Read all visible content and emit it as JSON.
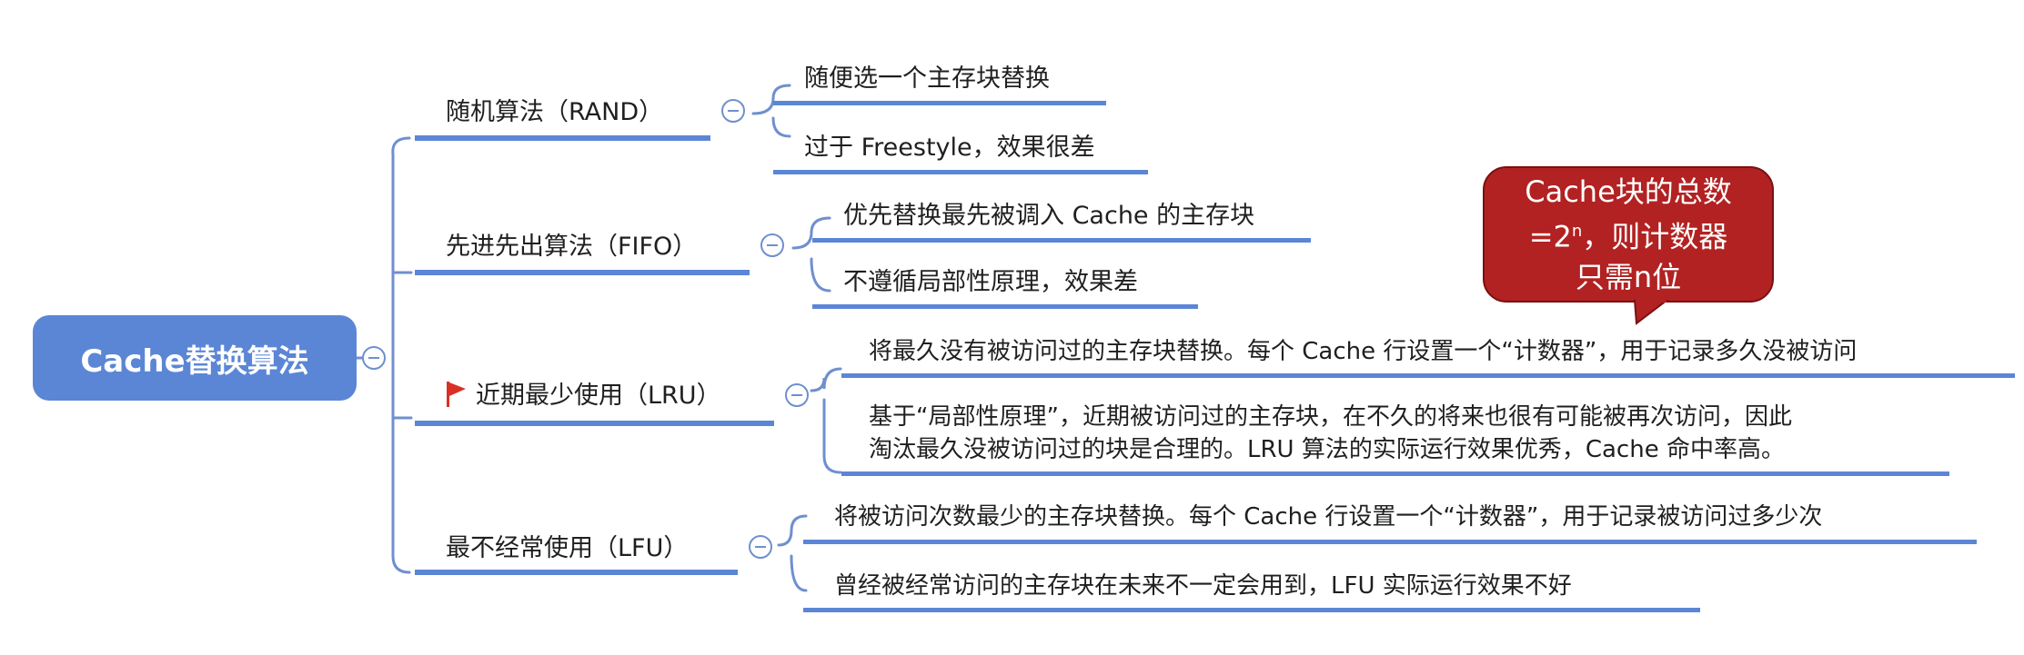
{
  "root": {
    "label": "Cache替换算法"
  },
  "branches": [
    {
      "label": "随机算法（RAND）",
      "leaves": [
        "随便选一个主存块替换",
        "过于 Freestyle，效果很差"
      ]
    },
    {
      "label": "先进先出算法（FIFO）",
      "leaves": [
        "优先替换最先被调入 Cache 的主存块",
        "不遵循局部性原理，效果差"
      ]
    },
    {
      "label": "近期最少使用（LRU）",
      "flagged": true,
      "leaves": [
        "将最久没有被访问过的主存块替换。每个 Cache 行设置一个“计数器”，用于记录多久没被访问",
        "基于“局部性原理”，近期被访问过的主存块，在不久的将来也很有可能被再次访问，因此",
        "淘汰最久没被访问过的块是合理的。LRU 算法的实际运行效果优秀，Cache 命中率高。"
      ]
    },
    {
      "label": "最不经常使用（LFU）",
      "leaves": [
        "将被访问次数最少的主存块替换。每个 Cache 行设置一个“计数器”，用于记录被访问过多少次",
        "曾经被经常访问的主存块在未来不一定会用到，LFU 实际运行效果不好"
      ]
    }
  ],
  "callout": {
    "line1": "Cache块的总数",
    "line2_prefix": "=2",
    "line2_sup": "n",
    "line2_suffix": "，则计数器",
    "line3": "只需n位"
  },
  "colors": {
    "accent": "#5b86d6",
    "connector": "#6f8fcf",
    "callout": "#b22222",
    "flag": "#d93025"
  },
  "icons": {
    "collapse": "minus-circle-icon",
    "flag": "flag-icon"
  }
}
